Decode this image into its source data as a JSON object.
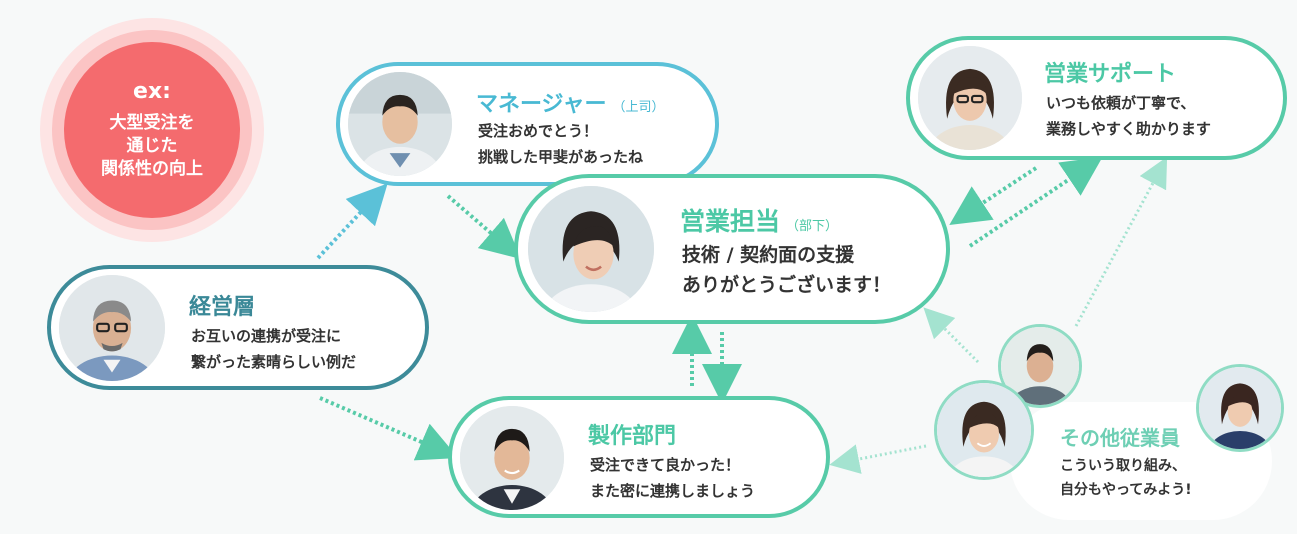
{
  "badge": {
    "title": "ex:",
    "lines": [
      "大型受注を",
      "通じた",
      "関係性の向上"
    ]
  },
  "manager": {
    "title": "マネージャー",
    "sub": "（上司）",
    "lines": [
      "受注おめでとう！",
      "挑戦した甲斐があったね"
    ]
  },
  "sales": {
    "title": "営業担当",
    "sub": "（部下）",
    "lines": [
      "技術 / 契約面の支援",
      "ありがとうございます！"
    ]
  },
  "management": {
    "title": "経営層",
    "lines": [
      "お互いの連携が受注に",
      "繋がった素晴らしい例だ"
    ]
  },
  "production": {
    "title": "製作部門",
    "lines": [
      "受注できて良かった！",
      "また密に連携しましょう"
    ]
  },
  "support": {
    "title": "営業サポート",
    "lines": [
      "いつも依頼が丁寧で、",
      "業務しやすく助かります"
    ]
  },
  "others": {
    "title": "その他従業員",
    "lines": [
      "こういう取り組み、",
      "自分もやってみよう!"
    ]
  },
  "colors": {
    "teal": "#57cba8",
    "blue": "#5bc1d8",
    "darkteal": "#3d8b99",
    "badge": "#f46b6e"
  }
}
